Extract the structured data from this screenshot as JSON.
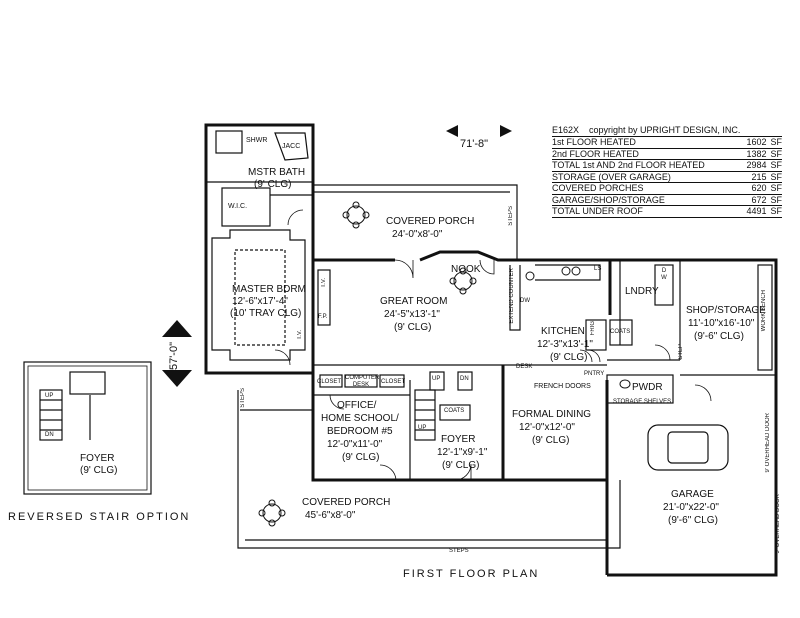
{
  "legend": {
    "plan_code": "E162X",
    "copyright": "copyright by UPRIGHT DESIGN, INC.",
    "rows": [
      {
        "label": "1st FLOOR HEATED",
        "value": "1602",
        "unit": "SF"
      },
      {
        "label": "2nd FLOOR HEATED",
        "value": "1382",
        "unit": "SF"
      },
      {
        "label": "TOTAL 1st AND 2nd FLOOR HEATED",
        "value": "2984",
        "unit": "SF"
      },
      {
        "label": "STORAGE (OVER GARAGE)",
        "value": "215",
        "unit": "SF"
      },
      {
        "label": "COVERED PORCHES",
        "value": "620",
        "unit": "SF"
      },
      {
        "label": "GARAGE/SHOP/STORAGE",
        "value": "672",
        "unit": "SF"
      },
      {
        "label": "TOTAL UNDER ROOF",
        "value": "4491",
        "unit": "SF"
      }
    ]
  },
  "dimensions": {
    "width": "71'-8\"",
    "depth": "57'-0\""
  },
  "rooms": {
    "shwr": "SHWR",
    "jacc": "JACC",
    "mstr_bath": {
      "name": "MSTR BATH",
      "clg": "(9' CLG)"
    },
    "wic": "W.I.C.",
    "covered_porch_rear": {
      "name": "COVERED PORCH",
      "size": "24'-0\"x8'-0\""
    },
    "steps_rear": "STEPS",
    "master_bdrm": {
      "name": "MASTER BDRM",
      "size": "12'-6\"x17'-4\"",
      "clg": "(10' TRAY CLG)"
    },
    "tv": "T.V.",
    "fp": "F.P.",
    "great_room": {
      "name": "GREAT ROOM",
      "size": "24'-5\"x13'-1\"",
      "clg": "(9' CLG)"
    },
    "nook": "NOOK",
    "extend_counter": "EXTEND COUNTER",
    "dw": "DW",
    "kitchen": {
      "name": "KITCHEN",
      "size": "12'-3\"x13'-1\"",
      "clg": "(9' CLG)"
    },
    "frig": "FRIG",
    "coats_kitchen": "COATS",
    "ls": "LS",
    "lndry": "LNDRY",
    "dw_laundry": "D W",
    "shop_storage": {
      "name": "SHOP/STORAGE",
      "size": "11'-10\"x16'-10\"",
      "clg": "(9'-6\" CLG)"
    },
    "work_bench": "WORK BENCH",
    "step": "STEP",
    "desk": "DESK",
    "pntry": "PNTRY",
    "french_doors": "FRENCH DOORS",
    "pwdr": "PWDR",
    "storage_shelves": "STORAGE SHELVES",
    "closet_left": "CLOSET",
    "computer_desk": "COMPUTER DESK",
    "closet_right": "CLOSET",
    "up": "UP",
    "dn": "DN",
    "coats_foyer": "COATS",
    "office": {
      "name1": "OFFICE/",
      "name2": "HOME SCHOOL/",
      "name3": "BEDROOM #5",
      "size": "12'-0\"x11'-0\"",
      "clg": "(9' CLG)"
    },
    "foyer": {
      "name": "FOYER",
      "size": "12'-1\"x9'-1\"",
      "clg": "(9' CLG)"
    },
    "formal_dining": {
      "name": "FORMAL DINING",
      "size": "12'-0\"x12'-0\"",
      "clg": "(9' CLG)"
    },
    "garage": {
      "name": "GARAGE",
      "size": "21'-0\"x22'-0\"",
      "clg": "(9'-6\" CLG)"
    },
    "overhead_door_1": "9' OVERHEAD DOOR",
    "overhead_door_2": "9' OVERHEAD DOOR",
    "covered_porch_front": {
      "name": "COVERED PORCH",
      "size": "45'-6\"x8'-0\""
    },
    "steps_front": "STEPS",
    "steps_side": "STEPS"
  },
  "reversed_stair": {
    "foyer": {
      "name": "FOYER",
      "clg": "(9' CLG)"
    },
    "up": "UP",
    "dn": "DN",
    "caption": "REVERSED STAIR OPTION"
  },
  "caption": "FIRST FLOOR PLAN"
}
